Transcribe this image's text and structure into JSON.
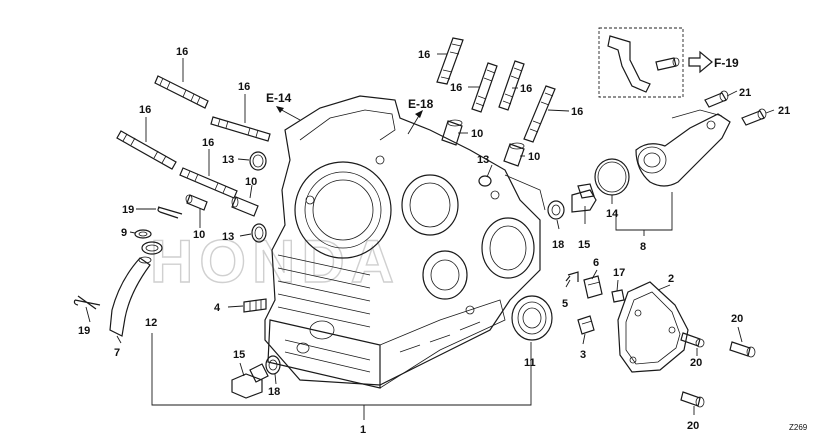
{
  "diagram_code": "Z269",
  "watermark": "HONDA",
  "reference_labels": {
    "e14": "E-14",
    "e18": "E-18",
    "f19": "F-19"
  },
  "callouts": {
    "c1": "1",
    "c2": "2",
    "c3": "3",
    "c4": "4",
    "c5": "5",
    "c6": "6",
    "c7": "7",
    "c8": "8",
    "c9": "9",
    "c10": "10",
    "c11": "11",
    "c12": "12",
    "c13": "13",
    "c14": "14",
    "c15": "15",
    "c16": "16",
    "c17": "17",
    "c18": "18",
    "c19": "19",
    "c20": "20",
    "c21": "21"
  }
}
